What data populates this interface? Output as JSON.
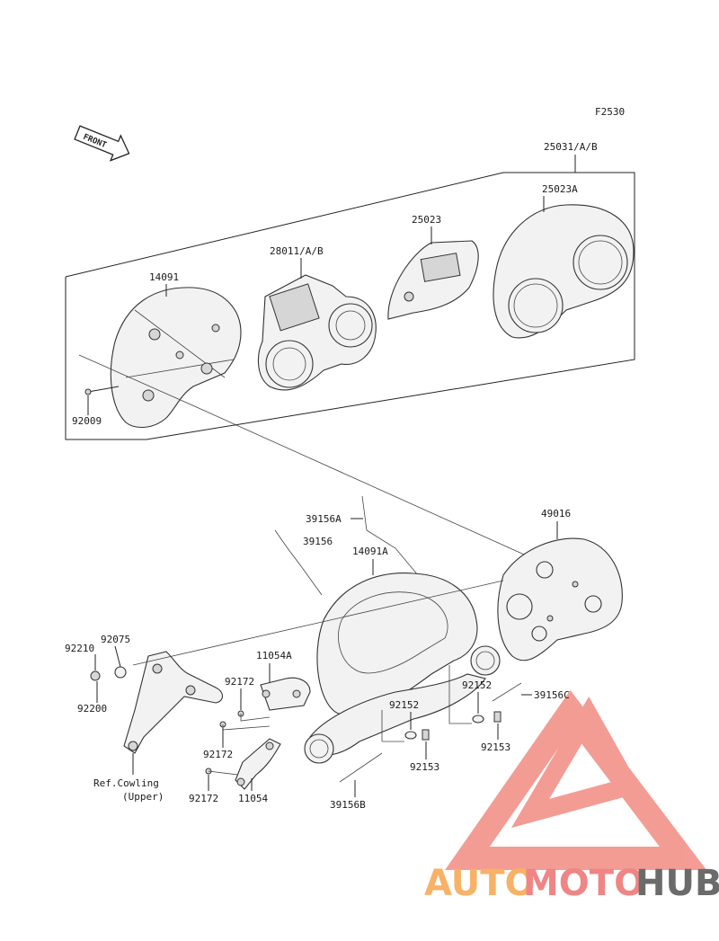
{
  "diagram": {
    "code": "F2530",
    "front_label": "FRONT",
    "labels": {
      "assembly": "25031/A/B",
      "cover_a": "25023A",
      "cover": "25023",
      "meter": "28011/A/B",
      "case": "14091",
      "screw": "92009",
      "seal": "49016",
      "strip_a": "39156A",
      "strip": "39156",
      "bracket_case": "14091A",
      "nut": "92210",
      "collar": "92075",
      "damper": "92200",
      "bracket_a": "11054A",
      "screw_1": "92172",
      "screw_2": "92172",
      "screw_3": "92172",
      "bracket": "11054",
      "ref": "Ref.Cowling",
      "ref_sub": "(Upper)",
      "strip_b": "39156B",
      "washer_1": "92152",
      "washer_2": "92152",
      "bolt_1": "92153",
      "bolt_2": "92153",
      "strip_c": "39156C"
    }
  },
  "watermark": {
    "parts": [
      "AUTO",
      "MOTO",
      "HUB"
    ],
    "colors": {
      "auto": "#f7b267",
      "moto": "#ef8585",
      "hub": "#6b6b6b",
      "logo": "#f28b82"
    }
  }
}
